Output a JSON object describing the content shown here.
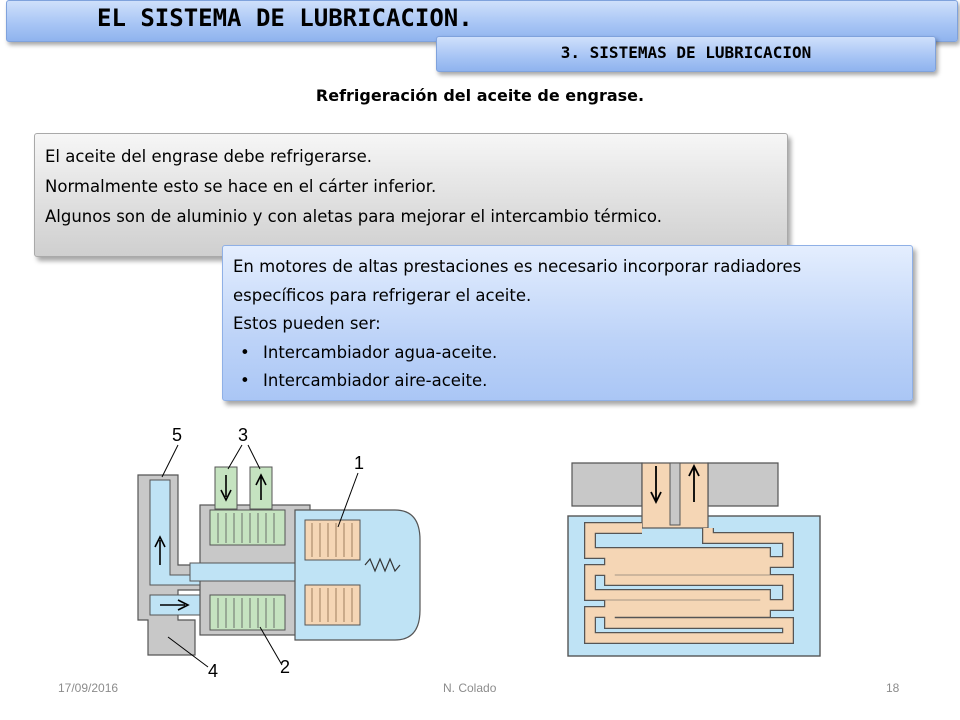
{
  "header": {
    "title": "EL SISTEMA DE LUBRICACION.",
    "subtitle": "3. SISTEMAS DE LUBRICACION"
  },
  "section_heading": "Refrigeración del aceite de engrase.",
  "grey_box": {
    "lines": [
      "El aceite del engrase debe refrigerarse.",
      "Normalmente esto se hace en el cárter inferior.",
      "Algunos son de aluminio y con aletas para mejorar el intercambio térmico."
    ]
  },
  "blue_box": {
    "lines": [
      "En motores de altas prestaciones es necesario incorporar radiadores",
      "específicos para refrigerar el aceite.",
      "Estos pueden ser:"
    ],
    "bullets": [
      "Intercambiador agua-aceite.",
      "Intercambiador aire-aceite."
    ],
    "bullet_symbol": "•"
  },
  "diagram_left": {
    "labels": [
      "5",
      "3",
      "1",
      "4",
      "2"
    ]
  },
  "footer": {
    "date": "17/09/2016",
    "author": "N. Colado",
    "page": "18"
  },
  "colors": {
    "banner": "#a9c6f5",
    "water": "#bfe3f5",
    "oil": "#f5d6b5",
    "metal": "#c8c8c8",
    "green_part": "#c5e3c0"
  }
}
